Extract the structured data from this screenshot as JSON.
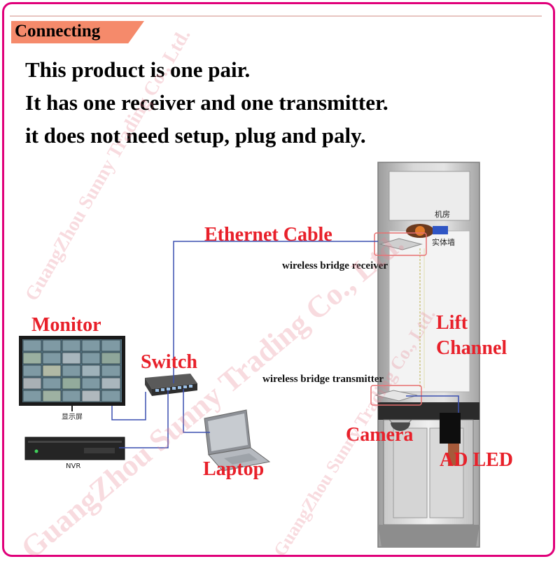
{
  "header": {
    "tag": "Connecting"
  },
  "intro": {
    "line1": "This product  is one pair.",
    "line2": "It  has one  receiver and one transmitter.",
    "line3": "it does not need setup,  plug and paly."
  },
  "labels": {
    "ethernet_cable": "Ethernet Cable",
    "receiver": "wireless bridge receiver",
    "transmitter": "wireless bridge transmitter",
    "monitor": "Monitor",
    "switch": "Switch",
    "laptop": "Laptop",
    "lift_channel_1": "Lift",
    "lift_channel_2": "Channel",
    "camera": "Camera",
    "ad_led": "AD LED",
    "monitor_cn": "显示屏",
    "nvr": "NVR",
    "machine_room_cn": "机房",
    "solid_wall_cn": "实体墙"
  },
  "watermark": "GuangZhou Sunny Trading Co., Ltd.",
  "colors": {
    "frame": "#e0007a",
    "tag": "#f58a6b",
    "label_red": "#e8202a",
    "cable": "#3a4fb0"
  }
}
